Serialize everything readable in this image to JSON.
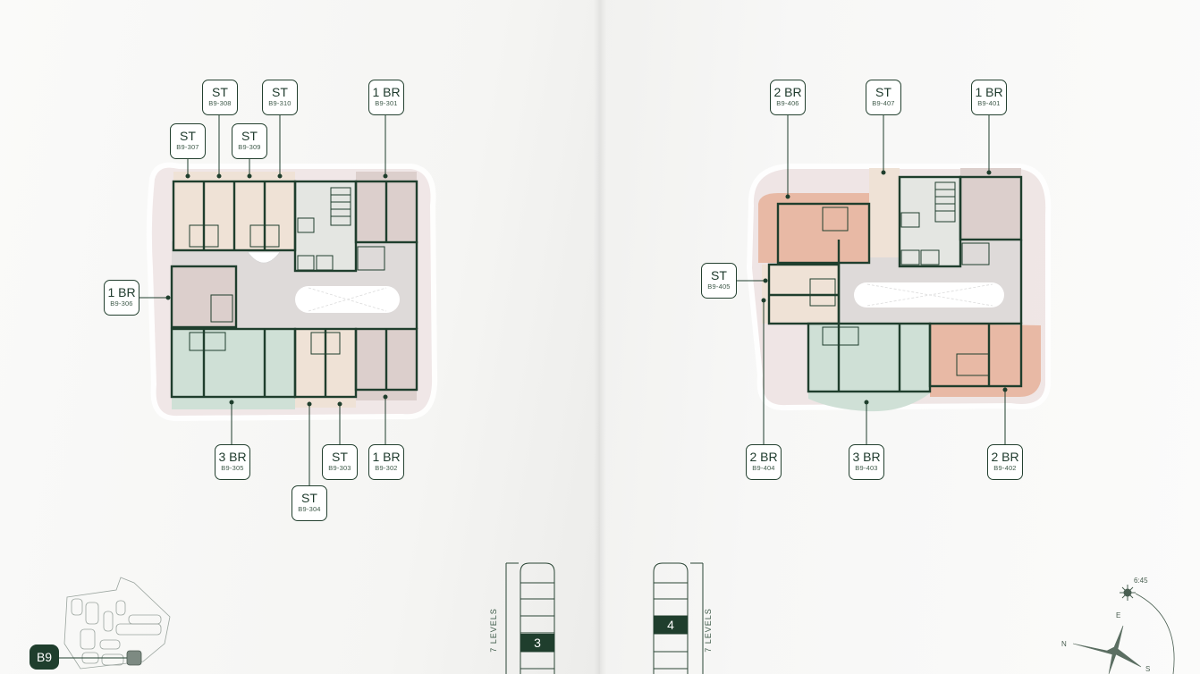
{
  "floor_left": {
    "units": [
      {
        "type": "ST",
        "code": "B9-308"
      },
      {
        "type": "ST",
        "code": "B9-310"
      },
      {
        "type": "1 BR",
        "code": "B9-301"
      },
      {
        "type": "ST",
        "code": "B9-307"
      },
      {
        "type": "ST",
        "code": "B9-309"
      },
      {
        "type": "1 BR",
        "code": "B9-306"
      },
      {
        "type": "3 BR",
        "code": "B9-305"
      },
      {
        "type": "ST",
        "code": "B9-303"
      },
      {
        "type": "1 BR",
        "code": "B9-302"
      },
      {
        "type": "ST",
        "code": "B9-304"
      }
    ],
    "levels_label": "7 LEVELS",
    "level_number": "3"
  },
  "floor_right": {
    "units": [
      {
        "type": "2 BR",
        "code": "B9-406"
      },
      {
        "type": "ST",
        "code": "B9-407"
      },
      {
        "type": "1 BR",
        "code": "B9-401"
      },
      {
        "type": "ST",
        "code": "B9-405"
      },
      {
        "type": "2 BR",
        "code": "B9-404"
      },
      {
        "type": "3 BR",
        "code": "B9-403"
      },
      {
        "type": "2 BR",
        "code": "B9-402"
      }
    ],
    "levels_label": "7 LEVELS",
    "level_number": "4"
  },
  "building_badge": "B9",
  "compass": {
    "time": "6:45",
    "east": "E",
    "north": "N",
    "south": "S",
    "sun_icon": "sun-icon"
  },
  "colors": {
    "studio": "#efe2d6",
    "one_br": "#dccfcc",
    "two_br": "#e8b9a5",
    "three_br": "#cfe0d6",
    "wall": "#1f3e2d",
    "corridor": "#dedad9"
  }
}
